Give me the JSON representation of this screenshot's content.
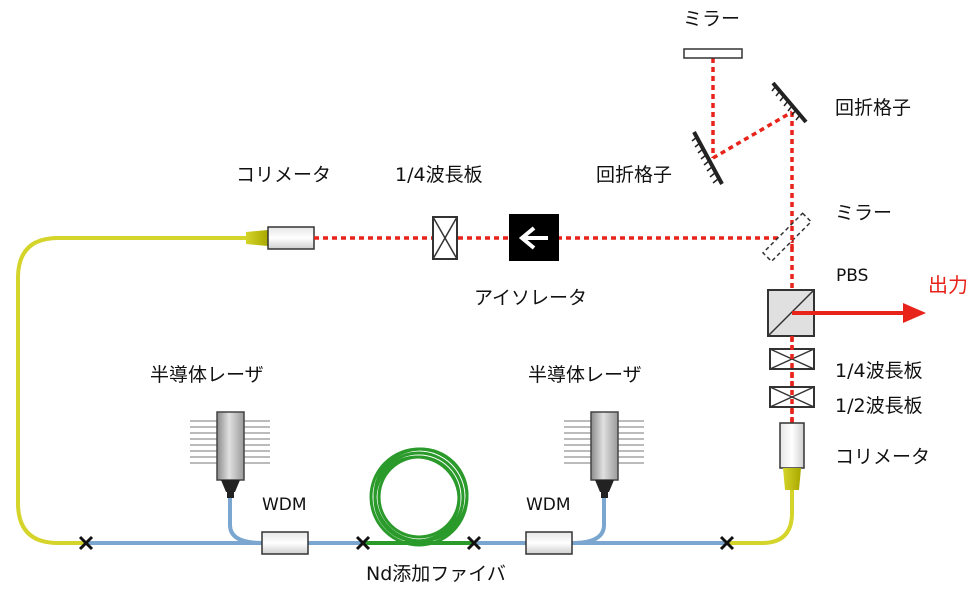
{
  "labels": {
    "mirror_top": "ミラー",
    "grating_right": "回折格子",
    "grating_left": "回折格子",
    "mirror_dashed": "ミラー",
    "collimator_top": "コリメータ",
    "quarter_plate_top": "1/4波長板",
    "isolator": "アイソレータ",
    "pbs": "PBS",
    "output": "出力",
    "quarter_plate_right": "1/4波長板",
    "half_plate_right": "1/2波長板",
    "collimator_right": "コリメータ",
    "diode_left": "半導体レーザ",
    "diode_right": "半導体レーザ",
    "wdm_left": "WDM",
    "wdm_right": "WDM",
    "fiber": "Nd添加ファイバ"
  },
  "colors": {
    "beam": "#e8231a",
    "yellow_fiber": "#d4d42a",
    "blue_fiber": "#7aa6cf",
    "doped_fiber": "#2a9a2a",
    "output_arrow": "#e8231a"
  }
}
